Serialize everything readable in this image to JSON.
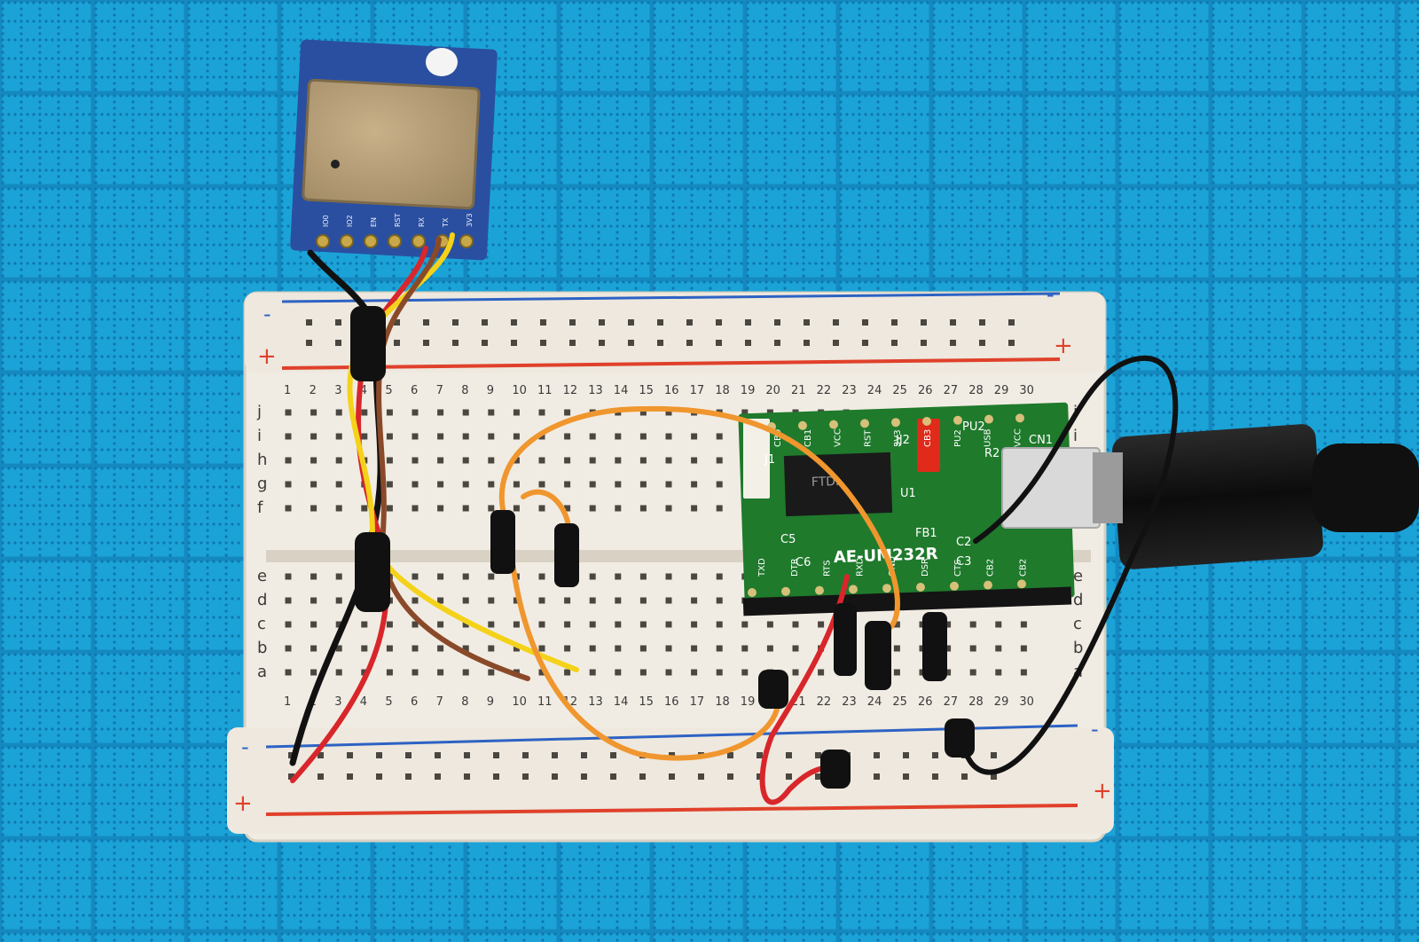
{
  "colors": {
    "mat": "#1b9fd4",
    "mat_grid": "#0d6fa6",
    "breadboard": "#f1ece3",
    "rail_red": "#e0402a",
    "rail_blue": "#2d62c4",
    "pcb_green": "#1f7a2c",
    "module_blue": "#2a4fa0",
    "shield": "#b89f74",
    "wire_orange": "#f0962e",
    "wire_red": "#d8262a",
    "wire_yellow": "#f4d21a",
    "wire_brown": "#8a4a2a",
    "wire_black": "#111111",
    "usb_cable": "#151515",
    "jumper_red": "#e02a1a"
  },
  "breadboard": {
    "columns": [
      "1",
      "2",
      "3",
      "4",
      "5",
      "6",
      "7",
      "8",
      "9",
      "10",
      "11",
      "12",
      "13",
      "14",
      "15",
      "16",
      "17",
      "18",
      "19",
      "20",
      "21",
      "22",
      "23",
      "24",
      "25",
      "26",
      "27",
      "28",
      "29",
      "30"
    ],
    "top_rows": [
      "j",
      "i",
      "h",
      "g",
      "f"
    ],
    "bottom_rows": [
      "e",
      "d",
      "c",
      "b",
      "a"
    ],
    "rail_minus": "-",
    "rail_plus": "+"
  },
  "esp_module": {
    "pins": [
      "IO0",
      "IO2",
      "EN",
      "RST",
      "RX",
      "TX",
      "3V3"
    ]
  },
  "ftdi_board": {
    "name": "AE-UM232R",
    "chip_brand": "FTDI",
    "top_pins": [
      "CB0",
      "CB1",
      "VCC",
      "RST",
      "3V3",
      "CB3",
      "PU2",
      "USB",
      "VCC"
    ],
    "bottom_pins": [
      "TXD",
      "DTR",
      "RTS",
      "RXD",
      "GND",
      "DSR",
      "CTS",
      "CB2",
      "CB2"
    ],
    "silk_refs": [
      "J1",
      "C5",
      "C6",
      "JJ2",
      "FB1",
      "C2",
      "C3",
      "CN1",
      "R2",
      "PU2",
      "U1"
    ]
  }
}
